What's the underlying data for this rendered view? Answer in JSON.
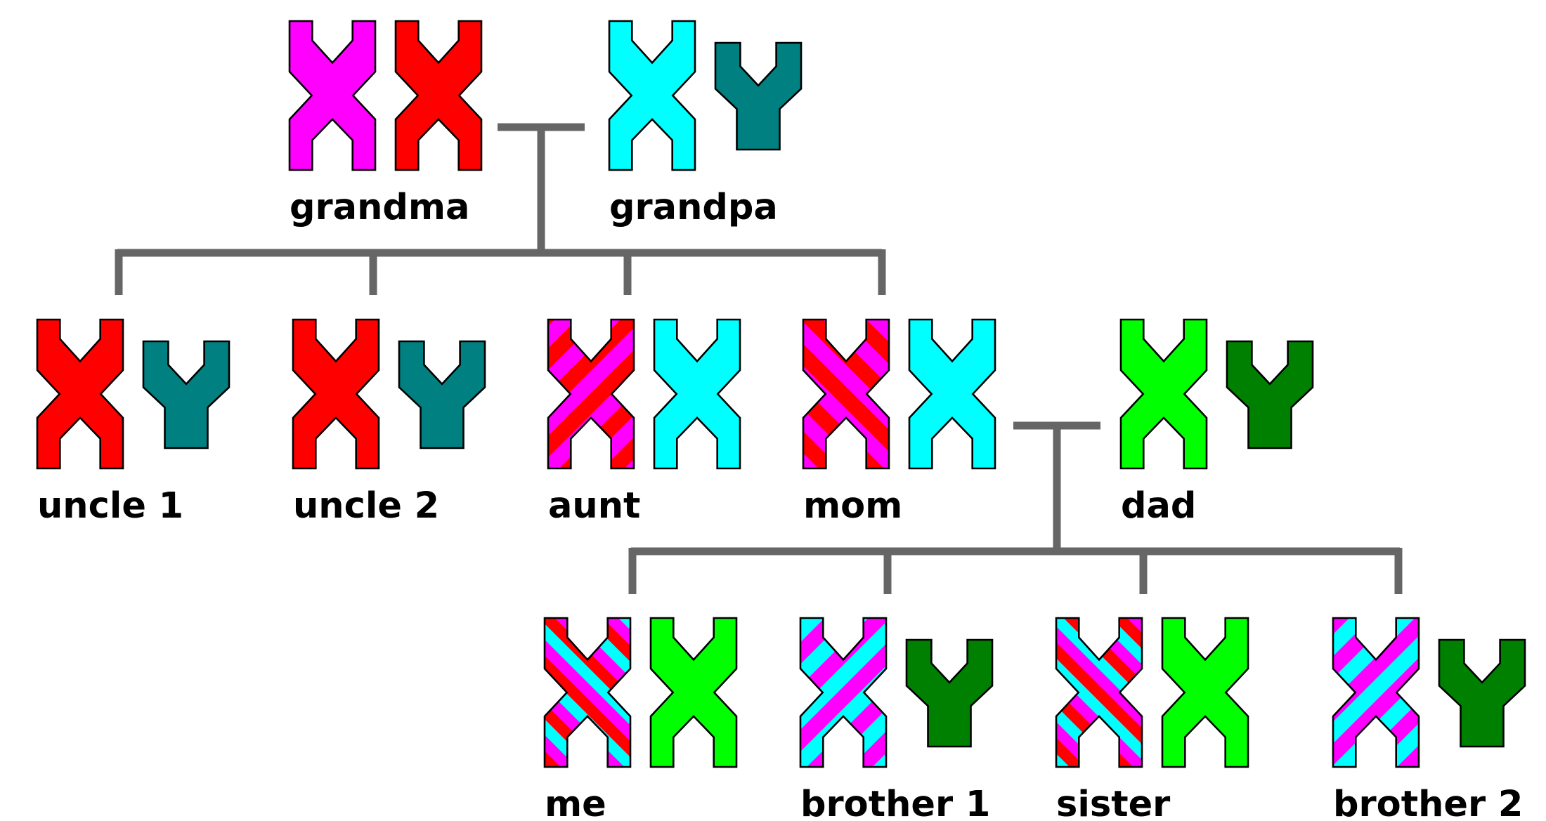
{
  "colors": {
    "magenta": "#ff00ff",
    "red": "#ff0000",
    "cyan": "#00ffff",
    "teal": "#008080",
    "green": "#00ff00",
    "dark_green": "#008000",
    "line": "#666666"
  },
  "people": [
    {
      "id": "grandma",
      "label": "grandma",
      "chromosomes": [
        {
          "type": "X",
          "fill": "solid",
          "colors": [
            "#ff00ff"
          ]
        },
        {
          "type": "X",
          "fill": "solid",
          "colors": [
            "#ff0000"
          ]
        }
      ]
    },
    {
      "id": "grandpa",
      "label": "grandpa",
      "chromosomes": [
        {
          "type": "X",
          "fill": "solid",
          "colors": [
            "#00ffff"
          ]
        },
        {
          "type": "Y",
          "fill": "solid",
          "colors": [
            "#008080"
          ]
        }
      ]
    },
    {
      "id": "uncle-1",
      "label": "uncle 1",
      "chromosomes": [
        {
          "type": "X",
          "fill": "solid",
          "colors": [
            "#ff0000"
          ]
        },
        {
          "type": "Y",
          "fill": "solid",
          "colors": [
            "#008080"
          ]
        }
      ]
    },
    {
      "id": "uncle-2",
      "label": "uncle 2",
      "chromosomes": [
        {
          "type": "X",
          "fill": "solid",
          "colors": [
            "#ff0000"
          ]
        },
        {
          "type": "Y",
          "fill": "solid",
          "colors": [
            "#008080"
          ]
        }
      ]
    },
    {
      "id": "aunt",
      "label": "aunt",
      "chromosomes": [
        {
          "type": "X",
          "fill": "striped",
          "colors": [
            "#ff00ff",
            "#ff0000"
          ]
        },
        {
          "type": "X",
          "fill": "solid",
          "colors": [
            "#00ffff"
          ]
        }
      ]
    },
    {
      "id": "mom",
      "label": "mom",
      "chromosomes": [
        {
          "type": "X",
          "fill": "striped",
          "colors": [
            "#ff0000",
            "#ff00ff"
          ]
        },
        {
          "type": "X",
          "fill": "solid",
          "colors": [
            "#00ffff"
          ]
        }
      ]
    },
    {
      "id": "dad",
      "label": "dad",
      "chromosomes": [
        {
          "type": "X",
          "fill": "solid",
          "colors": [
            "#00ff00"
          ]
        },
        {
          "type": "Y",
          "fill": "solid",
          "colors": [
            "#008000"
          ]
        }
      ]
    },
    {
      "id": "me",
      "label": "me",
      "chromosomes": [
        {
          "type": "X",
          "fill": "striped",
          "colors": [
            "#00ffff",
            "#ff0000",
            "#ff00ff"
          ]
        },
        {
          "type": "X",
          "fill": "solid",
          "colors": [
            "#00ff00"
          ]
        }
      ]
    },
    {
      "id": "brother-1",
      "label": "brother 1",
      "chromosomes": [
        {
          "type": "X",
          "fill": "striped",
          "colors": [
            "#ff00ff",
            "#00ffff"
          ]
        },
        {
          "type": "Y",
          "fill": "solid",
          "colors": [
            "#008000"
          ]
        }
      ]
    },
    {
      "id": "sister",
      "label": "sister",
      "chromosomes": [
        {
          "type": "X",
          "fill": "striped",
          "colors": [
            "#00ffff",
            "#ff0000",
            "#ff00ff"
          ]
        },
        {
          "type": "X",
          "fill": "solid",
          "colors": [
            "#00ff00"
          ]
        }
      ]
    },
    {
      "id": "brother-2",
      "label": "brother 2",
      "chromosomes": [
        {
          "type": "X",
          "fill": "striped",
          "colors": [
            "#00ffff",
            "#ff00ff"
          ]
        },
        {
          "type": "Y",
          "fill": "solid",
          "colors": [
            "#008000"
          ]
        }
      ]
    }
  ],
  "relations": [
    {
      "type": "couple",
      "between": [
        "grandma",
        "grandpa"
      ],
      "children": [
        "uncle-1",
        "uncle-2",
        "aunt",
        "mom"
      ]
    },
    {
      "type": "couple",
      "between": [
        "mom",
        "dad"
      ],
      "children": [
        "me",
        "brother-1",
        "sister",
        "brother-2"
      ]
    }
  ]
}
